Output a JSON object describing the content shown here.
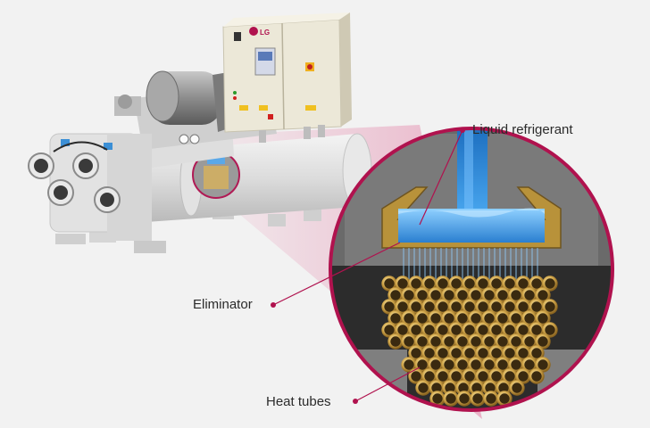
{
  "labels": {
    "liquid_refrigerant": "Liquid refrigerant",
    "eliminator": "Eliminator",
    "heat_tubes": "Heat tubes"
  },
  "brand_logo": "LG",
  "colors": {
    "accent": "#b0124e",
    "background": "#f2f2f2",
    "refrigerant_blue": "#2a8fd8",
    "tube_gold": "#c9a24a",
    "tray_gold": "#b8923a",
    "machine_white": "#e6e6e6",
    "panel_cream": "#ece8d8"
  }
}
